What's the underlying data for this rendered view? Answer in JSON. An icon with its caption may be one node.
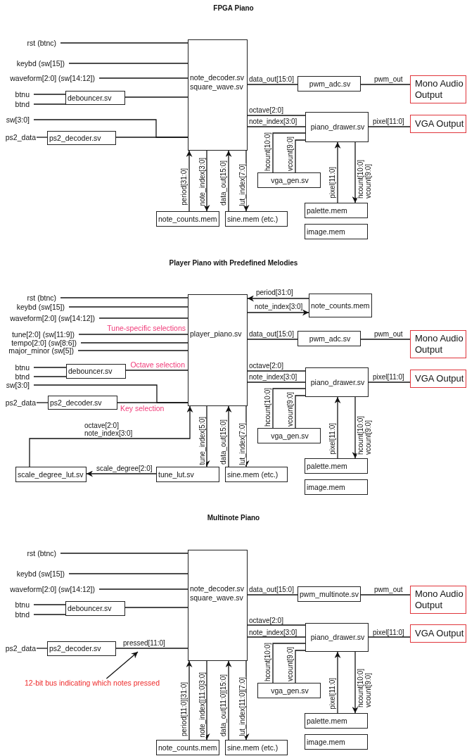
{
  "diagram": {
    "nodes": [
      {
        "text": [
          "rst (btnc)"
        ]
      },
      {
        "text": [
          "keybd (sw[15])"
        ]
      },
      {
        "text": [
          "waveform[2:0] (sw[14:12])"
        ]
      },
      {
        "text": [
          "btnu"
        ]
      },
      {
        "text": [
          "btnd"
        ]
      },
      {
        "text": [
          "debouncer.sv"
        ]
      },
      {
        "text": [
          "sw[3:0]"
        ]
      },
      {
        "text": [
          "ps2_data"
        ]
      },
      {
        "text": [
          "ps2_decoder.sv"
        ]
      },
      {
        "text": [
          "note_decoder.sv",
          "square_wave.sv"
        ]
      },
      {
        "text": [
          "pwm_adc.sv"
        ]
      },
      {
        "text": [
          "Mono Audio Output"
        ]
      },
      {
        "text": [
          "piano_drawer.sv"
        ]
      },
      {
        "text": [
          "VGA Output"
        ]
      },
      {
        "text": [
          "vga_gen.sv"
        ]
      },
      {
        "text": [
          "note_counts.mem"
        ]
      },
      {
        "text": [
          "sine.mem (etc.)"
        ]
      },
      {
        "text": [
          "palette.mem"
        ]
      },
      {
        "text": [
          "image.mem"
        ]
      },
      {
        "text": [
          "rst (btnc)"
        ]
      },
      {
        "text": [
          "keybd (sw[15])"
        ]
      },
      {
        "text": [
          "waveform[2:0] (sw[14:12])"
        ]
      },
      {
        "text": [
          "tune[2:0] (sw[11:9])"
        ]
      },
      {
        "text": [
          "tempo[2:0] (sw[8:6])"
        ]
      },
      {
        "text": [
          "major_minor (sw[5])"
        ]
      },
      {
        "text": [
          "btnu"
        ]
      },
      {
        "text": [
          "btnd"
        ]
      },
      {
        "text": [
          "debouncer.sv"
        ]
      },
      {
        "text": [
          "sw[3:0]"
        ]
      },
      {
        "text": [
          "ps2_data"
        ]
      },
      {
        "text": [
          "ps2_decoder.sv"
        ]
      },
      {
        "text": [
          "player_piano.sv"
        ]
      },
      {
        "text": [
          "note_counts.mem"
        ]
      },
      {
        "text": [
          "pwm_adc.sv"
        ]
      },
      {
        "text": [
          "Mono Audio Output"
        ]
      },
      {
        "text": [
          "piano_drawer.sv"
        ]
      },
      {
        "text": [
          "VGA Output"
        ]
      },
      {
        "text": [
          "vga_gen.sv"
        ]
      },
      {
        "text": [
          "scale_degree_lut.sv"
        ]
      },
      {
        "text": [
          "tune_lut.sv"
        ]
      },
      {
        "text": [
          "sine.mem (etc.)"
        ]
      },
      {
        "text": [
          "palette.mem"
        ]
      },
      {
        "text": [
          "image.mem"
        ]
      },
      {
        "text": [
          "rst (btnc)"
        ]
      },
      {
        "text": [
          "keybd (sw[15])"
        ]
      },
      {
        "text": [
          "waveform[2:0] (sw[14:12])"
        ]
      },
      {
        "text": [
          "btnu"
        ]
      },
      {
        "text": [
          "btnd"
        ]
      },
      {
        "text": [
          "debouncer.sv"
        ]
      },
      {
        "text": [
          "ps2_data"
        ]
      },
      {
        "text": [
          "ps2_decoder.sv"
        ]
      },
      {
        "text": [
          "note_decoder.sv",
          "square_wave.sv"
        ]
      },
      {
        "text": [
          "pwm_multinote.sv"
        ]
      },
      {
        "text": [
          "Mono Audio Output"
        ]
      },
      {
        "text": [
          "piano_drawer.sv"
        ]
      },
      {
        "text": [
          "VGA Output"
        ]
      },
      {
        "text": [
          "12-bit bus indicating which notes pressed"
        ]
      },
      {
        "text": [
          "vga_gen.sv"
        ]
      },
      {
        "text": [
          "note_counts.mem"
        ]
      },
      {
        "text": [
          "sine.mem (etc.)"
        ]
      },
      {
        "text": [
          "palette.mem"
        ]
      },
      {
        "text": [
          "image.mem"
        ]
      }
    ],
    "edges": [
      {
        "from": 0,
        "to": 9,
        "arrow": "none"
      },
      {
        "from": 1,
        "to": 9,
        "arrow": "none"
      },
      {
        "from": 2,
        "to": 9,
        "arrow": "none"
      },
      {
        "from": 3,
        "to": 5,
        "arrow": "none"
      },
      {
        "from": 4,
        "to": 5,
        "arrow": "none"
      },
      {
        "from": 5,
        "to": 9,
        "arrow": "none"
      },
      {
        "from": 6,
        "to": 9,
        "arrow": "none"
      },
      {
        "from": 7,
        "to": 8,
        "arrow": "none"
      },
      {
        "from": 8,
        "to": 9,
        "arrow": "none"
      },
      {
        "from": 9,
        "to": 10,
        "arrow": "none",
        "label": "data_out[15:0]"
      },
      {
        "from": 10,
        "to": 11,
        "arrow": "none",
        "label": "pwm_out"
      },
      {
        "from": 9,
        "to": 12,
        "arrow": "none",
        "label": "octave[2:0]"
      },
      {
        "from": 9,
        "to": 12,
        "arrow": "none",
        "label": "note_index[3:0]"
      },
      {
        "from": 12,
        "to": 13,
        "arrow": "none",
        "label": "pixel[11:0]"
      },
      {
        "from": 14,
        "to": 12,
        "arrow": "none",
        "label": "hcount[10:0]"
      },
      {
        "from": 14,
        "to": 12,
        "arrow": "none",
        "label": "vcount[9:0]"
      },
      {
        "from": 15,
        "to": 9,
        "arrow": "to",
        "label": "period[31:0]"
      },
      {
        "from": 9,
        "to": 15,
        "arrow": "to",
        "label": "note_index[3:0]"
      },
      {
        "from": 16,
        "to": 9,
        "arrow": "to",
        "label": "data_out[15:0]"
      },
      {
        "from": 9,
        "to": 16,
        "arrow": "to",
        "label": "lut_index[7:0]"
      },
      {
        "from": 17,
        "to": 12,
        "arrow": "to",
        "label": "pixel[11:0]"
      },
      {
        "from": 12,
        "to": 17,
        "arrow": "to",
        "label": "hcount[10:0] vcount[9:0]"
      },
      {
        "from": 19,
        "to": 31,
        "arrow": "none"
      },
      {
        "from": 20,
        "to": 31,
        "arrow": "none"
      },
      {
        "from": 21,
        "to": 31,
        "arrow": "none"
      },
      {
        "from": 22,
        "to": 31,
        "arrow": "none"
      },
      {
        "from": 23,
        "to": 31,
        "arrow": "none"
      },
      {
        "from": 24,
        "to": 31,
        "arrow": "none"
      },
      {
        "from": 25,
        "to": 27,
        "arrow": "none"
      },
      {
        "from": 26,
        "to": 27,
        "arrow": "none"
      },
      {
        "from": 27,
        "to": 31,
        "arrow": "none"
      },
      {
        "from": 28,
        "to": 31,
        "arrow": "none"
      },
      {
        "from": 29,
        "to": 30,
        "arrow": "none"
      },
      {
        "from": 30,
        "to": 31,
        "arrow": "none"
      },
      {
        "from": 32,
        "to": 31,
        "arrow": "to",
        "label": "period[31:0]"
      },
      {
        "from": 31,
        "to": 32,
        "arrow": "to",
        "label": "note_index[3:0]"
      },
      {
        "from": 31,
        "to": 33,
        "arrow": "none",
        "label": "data_out[15:0]"
      },
      {
        "from": 33,
        "to": 34,
        "arrow": "none",
        "label": "pwm_out"
      },
      {
        "from": 31,
        "to": 35,
        "arrow": "none",
        "label": "octave[2:0]"
      },
      {
        "from": 31,
        "to": 35,
        "arrow": "none",
        "label": "note_index[3:0]"
      },
      {
        "from": 35,
        "to": 36,
        "arrow": "none",
        "label": "pixel[11:0]"
      },
      {
        "from": 37,
        "to": 35,
        "arrow": "none",
        "label": "hcount[10:0]"
      },
      {
        "from": 37,
        "to": 35,
        "arrow": "none",
        "label": "vcount[9:0]"
      },
      {
        "from": 31,
        "to": 39,
        "arrow": "to",
        "label": "tune_index[5:0]"
      },
      {
        "from": 39,
        "to": 38,
        "arrow": "to",
        "label": "scale_degree[2:0]"
      },
      {
        "from": 38,
        "to": 31,
        "arrow": "to",
        "label": "octave[2:0] note_index[3:0]"
      },
      {
        "from": 40,
        "to": 31,
        "arrow": "to",
        "label": "data_out[15:0]"
      },
      {
        "from": 31,
        "to": 40,
        "arrow": "to",
        "label": "lut_index[7:0]"
      },
      {
        "from": 41,
        "to": 35,
        "arrow": "to",
        "label": "pixel[11:0]"
      },
      {
        "from": 35,
        "to": 41,
        "arrow": "to",
        "label": "hcount[10:0] vcount[9:0]"
      },
      {
        "from": 43,
        "to": 51,
        "arrow": "none"
      },
      {
        "from": 44,
        "to": 51,
        "arrow": "none"
      },
      {
        "from": 45,
        "to": 51,
        "arrow": "none"
      },
      {
        "from": 46,
        "to": 48,
        "arrow": "none"
      },
      {
        "from": 47,
        "to": 48,
        "arrow": "none"
      },
      {
        "from": 48,
        "to": 51,
        "arrow": "none"
      },
      {
        "from": 49,
        "to": 50,
        "arrow": "none"
      },
      {
        "from": 50,
        "to": 51,
        "arrow": "none",
        "label": "pressed[11:0]"
      },
      {
        "from": 51,
        "to": 52,
        "arrow": "none",
        "label": "data_out[15:0]"
      },
      {
        "from": 52,
        "to": 53,
        "arrow": "none",
        "label": "pwm_out"
      },
      {
        "from": 51,
        "to": 54,
        "arrow": "none",
        "label": "octave[2:0]"
      },
      {
        "from": 51,
        "to": 54,
        "arrow": "none",
        "label": "note_index[3:0]"
      },
      {
        "from": 54,
        "to": 55,
        "arrow": "none",
        "label": "pixel[11:0]"
      },
      {
        "from": 57,
        "to": 54,
        "arrow": "none",
        "label": "hcount[10:0]"
      },
      {
        "from": 57,
        "to": 54,
        "arrow": "none",
        "label": "vcount[9:0]"
      },
      {
        "from": 58,
        "to": 51,
        "arrow": "to",
        "label": "period[11:0][31:0]"
      },
      {
        "from": 51,
        "to": 58,
        "arrow": "to",
        "label": "note_index[[11:0]3:0]"
      },
      {
        "from": 59,
        "to": 51,
        "arrow": "to",
        "label": "data_out[11:0][15:0]"
      },
      {
        "from": 51,
        "to": 59,
        "arrow": "to",
        "label": "lut_index[11:0][7:0]"
      },
      {
        "from": 60,
        "to": 54,
        "arrow": "to",
        "label": "pixel[11:0]"
      },
      {
        "from": 54,
        "to": 60,
        "arrow": "to",
        "label": "hcount[10:0] vcount[9:0]"
      },
      {
        "from": 56,
        "to": null,
        "arrow": "to"
      }
    ],
    "labels": [
      "FPGA Piano",
      "Player Piano with Predefined Melodies",
      "Tune-specific selections",
      "Octave selection",
      "Key selection",
      "Multinote Piano"
    ]
  }
}
